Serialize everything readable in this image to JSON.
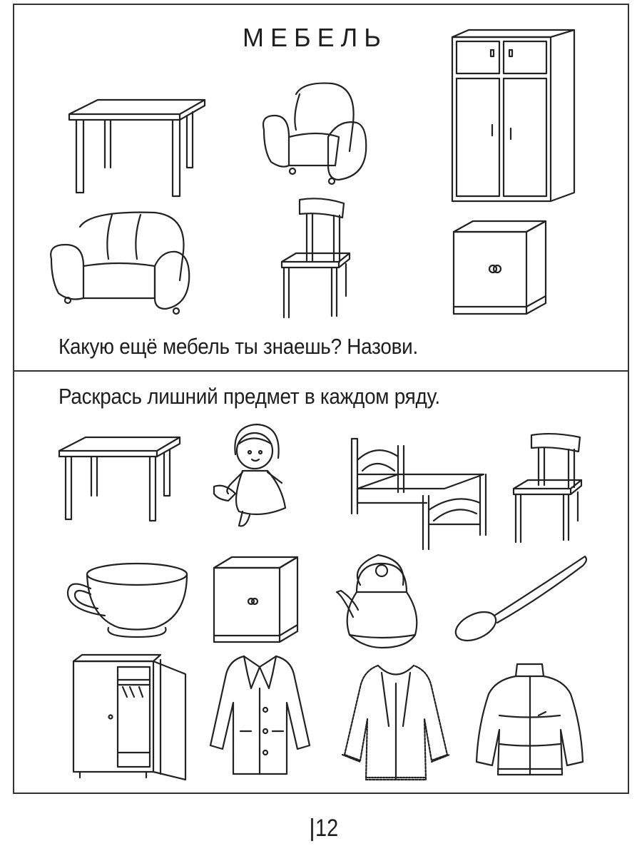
{
  "title": "МЕБЕЛЬ",
  "section1": {
    "question": "Какую ещё мебель ты знаешь? Назови.",
    "items": [
      "table-icon",
      "armchair-icon",
      "wardrobe-icon",
      "sofa-icon",
      "chair-icon",
      "nightstand-icon"
    ]
  },
  "section2": {
    "task": "Раскрась лишний предмет в каждом ряду.",
    "rows": [
      [
        "table-icon",
        "doll-icon",
        "bed-icon",
        "chair-icon"
      ],
      [
        "cup-icon",
        "nightstand-icon",
        "kettle-icon",
        "spoon-icon"
      ],
      [
        "wardrobe-open-icon",
        "coat-icon",
        "fur-coat-icon",
        "jacket-icon"
      ]
    ]
  },
  "page_number": "12"
}
